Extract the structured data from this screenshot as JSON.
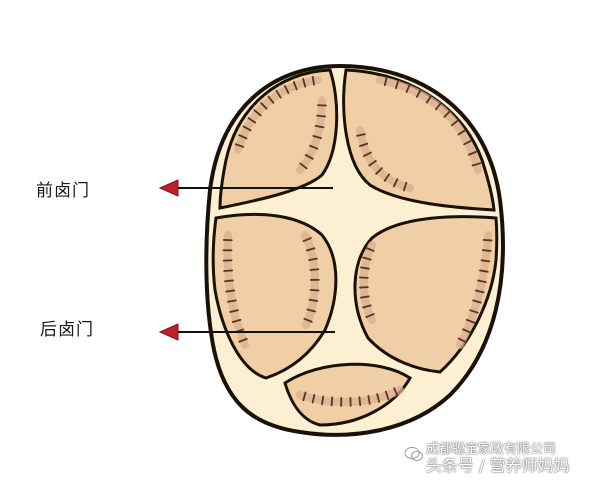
{
  "diagram": {
    "title": "Infant skull fontanelles (top view)",
    "labels": {
      "anterior_fontanelle": "前卤门",
      "posterior_fontanelle": "后卤门"
    },
    "colors": {
      "outline": "#1a1208",
      "bone_fill": "#f0cfa6",
      "bone_edge_shade": "#d9b08e",
      "fontanelle_fill": "#fdf0d2",
      "suture_marks": "#5a3322",
      "arrow": "#c0202a",
      "pointer_line": "#111111"
    }
  },
  "watermark": {
    "line1": "成都聪宝家政有限公司",
    "line2": "头条号 / 营养师妈妈",
    "icon": "wechat-like-logo-icon"
  }
}
